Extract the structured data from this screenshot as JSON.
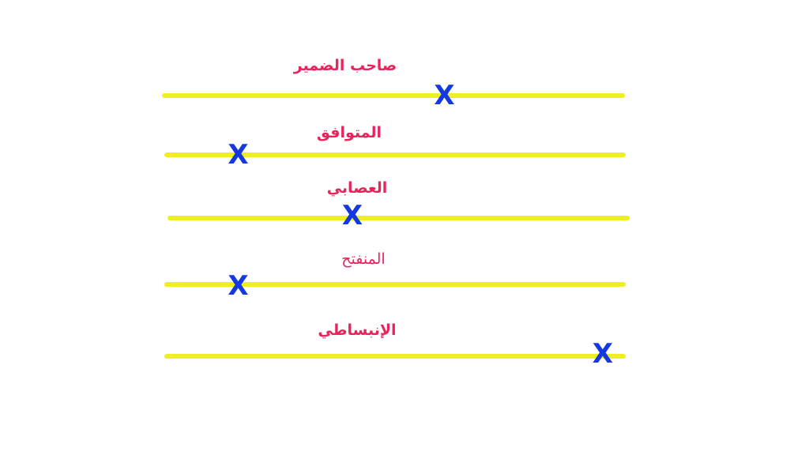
{
  "colors": {
    "line": "#eeee22",
    "label": "#e8245c",
    "marker": "#1538e0"
  },
  "marker_symbol": "X",
  "scales": [
    {
      "label": "صاحب الضمير",
      "position": 0.61
    },
    {
      "label": "المتوافق",
      "position": 0.16
    },
    {
      "label": "العصابي",
      "position": 0.4
    },
    {
      "label": "المنفتح",
      "position": 0.16
    },
    {
      "label": "الإنبساطي",
      "position": 0.95
    }
  ]
}
